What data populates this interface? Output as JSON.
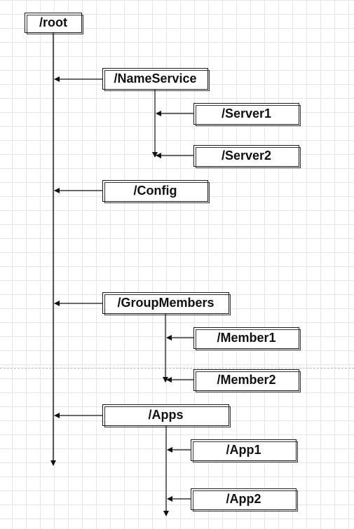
{
  "tree": {
    "root": {
      "label": "/root"
    },
    "children": [
      {
        "label": "/NameService",
        "children": [
          {
            "label": "/Server1"
          },
          {
            "label": "/Server2"
          }
        ]
      },
      {
        "label": "/Config",
        "children": []
      },
      {
        "label": "/GroupMembers",
        "children": [
          {
            "label": "/Member1"
          },
          {
            "label": "/Member2"
          }
        ]
      },
      {
        "label": "/Apps",
        "children": [
          {
            "label": "/App1"
          },
          {
            "label": "/App2"
          }
        ]
      }
    ]
  },
  "colors": {
    "line": "#111111",
    "box_border": "#1a1a1a",
    "grid": "#e6e6e6",
    "page_split": "#b5b5b5"
  }
}
